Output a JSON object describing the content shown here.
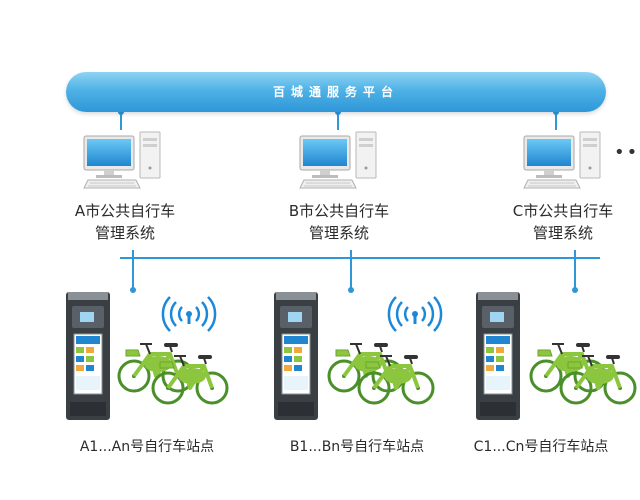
{
  "platform": {
    "title": "百城通服务平台"
  },
  "systems": [
    {
      "line1": "A市公共自行车",
      "line2": "管理系统"
    },
    {
      "line1": "B市公共自行车",
      "line2": "管理系统"
    },
    {
      "line1": "C市公共自行车",
      "line2": "管理系统"
    }
  ],
  "more_indicator": "•••",
  "stations": [
    {
      "label": "A1...An号自行车站点"
    },
    {
      "label": "B1...Bn号自行车站点"
    },
    {
      "label": "C1...Cn号自行车站点"
    }
  ],
  "colors": {
    "connector_blue": "#2f97d8",
    "bike_green": "#8cc63f",
    "kiosk_dark": "#3a3f44",
    "wifi_blue": "#1e88d8"
  }
}
